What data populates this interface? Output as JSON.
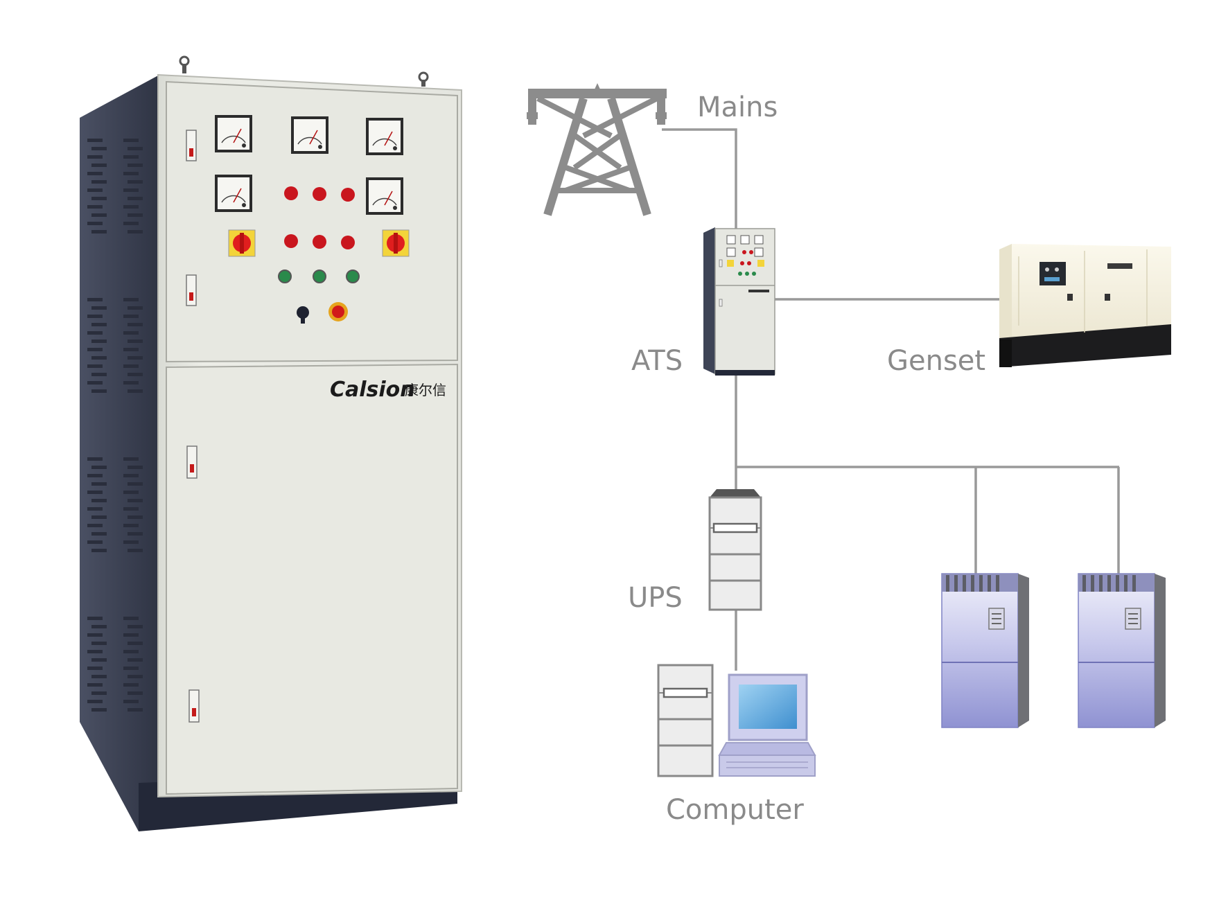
{
  "brand": {
    "name": "Calsion",
    "name_cn": "康尔信",
    "colors": {
      "cabinet": "#e7e8e2",
      "side": "#3e4456",
      "base": "#222735",
      "accent": "#c41a1a"
    }
  },
  "diagram": {
    "nodes": {
      "mains": {
        "label": "Mains",
        "icon": "transmission-tower-icon"
      },
      "ats": {
        "label": "ATS",
        "icon": "ats-cabinet-icon"
      },
      "genset": {
        "label": "Genset",
        "icon": "generator-icon"
      },
      "ups": {
        "label": "UPS",
        "icon": "ups-icon"
      },
      "computer": {
        "label": "Computer",
        "icon": "computer-icon"
      },
      "load_1": {
        "icon": "server-cabinet-icon"
      },
      "load_2": {
        "icon": "server-cabinet-icon"
      }
    },
    "edges": [
      [
        "mains",
        "ats"
      ],
      [
        "ats",
        "genset"
      ],
      [
        "ats",
        "ups"
      ],
      [
        "ats",
        "load_1"
      ],
      [
        "ats",
        "load_2"
      ],
      [
        "ups",
        "computer"
      ]
    ],
    "colors": {
      "wire": "#999999",
      "label": "#8a8a8a",
      "tower": "#8c8c8c",
      "server": "#a9acd9"
    }
  }
}
